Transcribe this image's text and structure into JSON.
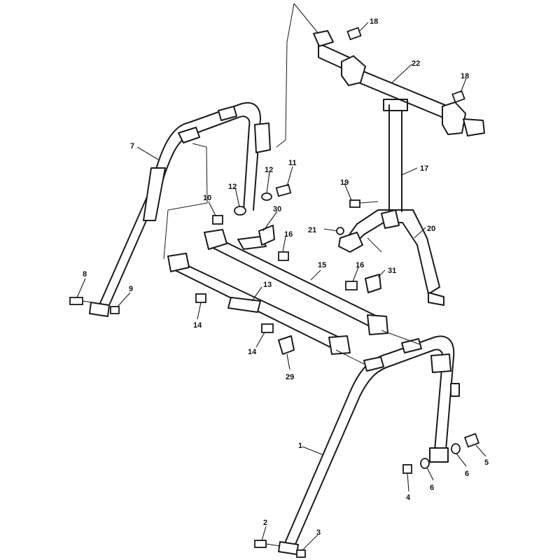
{
  "callouts": [
    {
      "id": "c1",
      "text": "1"
    },
    {
      "id": "c2",
      "text": "2"
    },
    {
      "id": "c3",
      "text": "3"
    },
    {
      "id": "c4",
      "text": "4"
    },
    {
      "id": "c5",
      "text": "5"
    },
    {
      "id": "c6a",
      "text": "6"
    },
    {
      "id": "c6b",
      "text": "6"
    },
    {
      "id": "c7",
      "text": "7"
    },
    {
      "id": "c8",
      "text": "8"
    },
    {
      "id": "c9",
      "text": "9"
    },
    {
      "id": "c10",
      "text": "10"
    },
    {
      "id": "c11",
      "text": "11"
    },
    {
      "id": "c12a",
      "text": "12"
    },
    {
      "id": "c12b",
      "text": "12"
    },
    {
      "id": "c13",
      "text": "13"
    },
    {
      "id": "c14a",
      "text": "14"
    },
    {
      "id": "c14b",
      "text": "14"
    },
    {
      "id": "c15",
      "text": "15"
    },
    {
      "id": "c16a",
      "text": "16"
    },
    {
      "id": "c16b",
      "text": "16"
    },
    {
      "id": "c17",
      "text": "17"
    },
    {
      "id": "c18a",
      "text": "18"
    },
    {
      "id": "c18b",
      "text": "18"
    },
    {
      "id": "c19",
      "text": "19"
    },
    {
      "id": "c20",
      "text": "20"
    },
    {
      "id": "c21",
      "text": "21"
    },
    {
      "id": "c22",
      "text": "22"
    },
    {
      "id": "c29",
      "text": "29"
    },
    {
      "id": "c30",
      "text": "30"
    },
    {
      "id": "c31",
      "text": "31"
    }
  ]
}
